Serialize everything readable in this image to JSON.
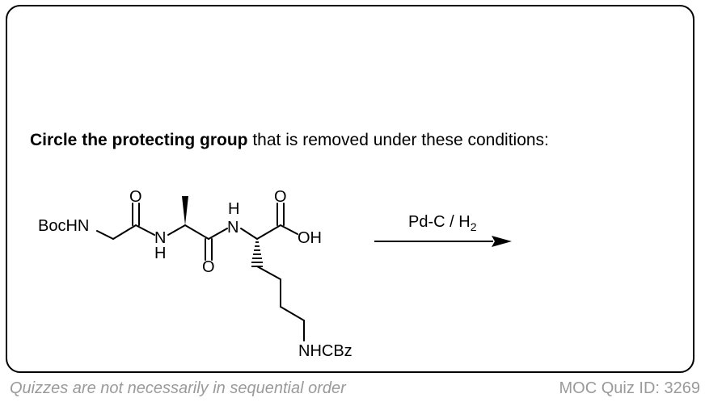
{
  "question": {
    "bold": "Circle the protecting group",
    "rest": " that is removed under these conditions:"
  },
  "molecule": {
    "boc_amine": "BocHN",
    "carbonyl_o": "O",
    "amide_n": "N",
    "amide_h": "H",
    "acid_oh": "OH",
    "side_chain_amine": "NHCBz"
  },
  "reaction": {
    "reagent": "Pd-C / H",
    "reagent_subscript": "2"
  },
  "footer": {
    "note": "Quizzes are not necessarily in sequential order",
    "quiz_id": "MOC Quiz ID: 3269"
  },
  "colors": {
    "border": "#000000",
    "footer_text": "#9a9a9a"
  }
}
